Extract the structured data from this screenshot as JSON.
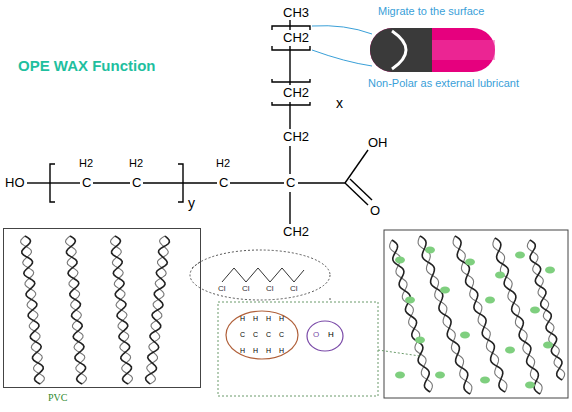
{
  "diagram": {
    "title": "OPE WAX Function",
    "nodes": [
      {
        "text": [
          "PVC"
        ]
      }
    ],
    "labels": [
      "CH3",
      "Migrate to the surface",
      "CH2",
      "Non-Polar as external lubricant",
      "CH2",
      "x",
      "CH2",
      "HO",
      "H2",
      "C",
      "H2",
      "C",
      "y",
      "H2",
      "C",
      "C",
      "OH",
      "O",
      "CH2",
      "Cl",
      "Cl",
      "Cl",
      "Cl",
      "H",
      "H",
      "H",
      "H",
      "C",
      "C",
      "C",
      "C",
      "H",
      "H",
      "H",
      "H",
      "O",
      "H"
    ]
  }
}
